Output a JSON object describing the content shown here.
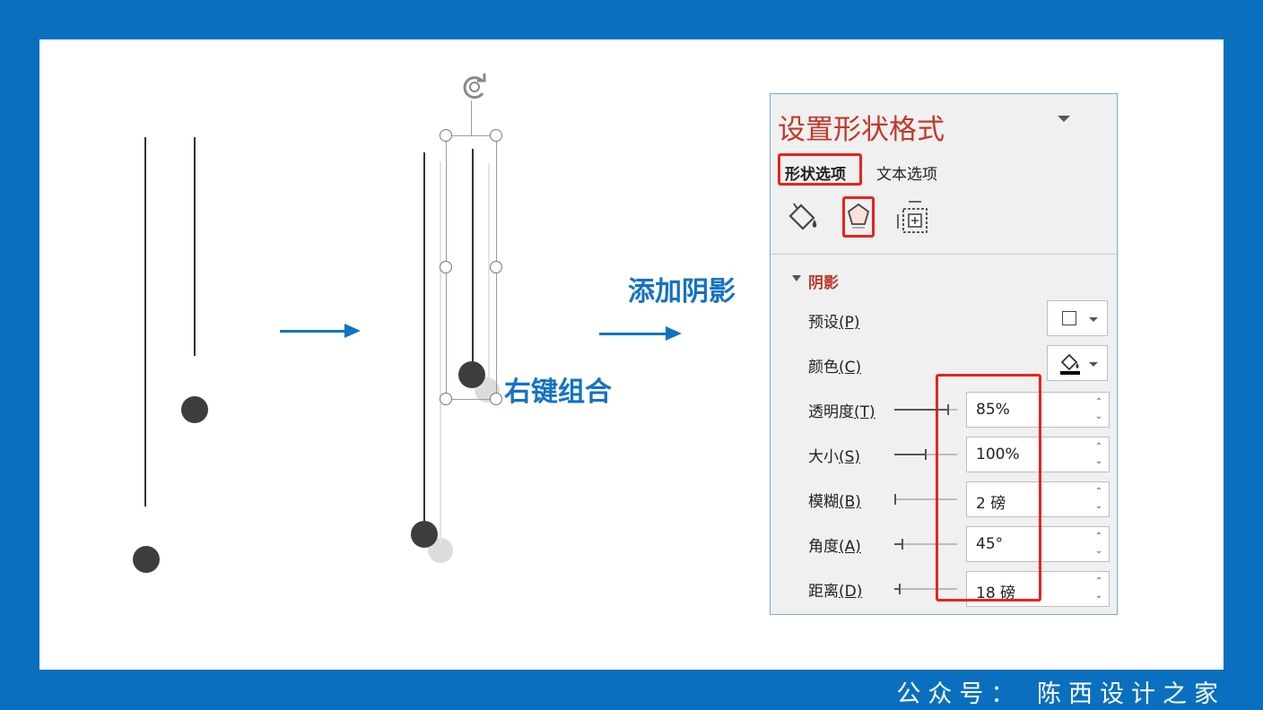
{
  "labels": {
    "add_shadow": "添加阴影",
    "right_click_group": "右键组合"
  },
  "panel": {
    "title": "设置形状格式",
    "tabs": [
      "形状选项",
      "文本选项"
    ],
    "section_title": "阴影",
    "rows": {
      "preset": {
        "label": "预设",
        "key": "(P)"
      },
      "color": {
        "label": "颜色",
        "key": "(C)"
      },
      "transparency": {
        "label": "透明度",
        "key": "(T)",
        "value": "85%",
        "level": 0.85
      },
      "size": {
        "label": "大小",
        "key": "(S)",
        "value": "100%",
        "level": 0.5
      },
      "blur": {
        "label": "模糊",
        "key": "(B)",
        "value": "2 磅",
        "level": 0.02
      },
      "angle": {
        "label": "角度",
        "key": "(A)",
        "value": "45°",
        "level": 0.125
      },
      "distance": {
        "label": "距离",
        "key": "(D)",
        "value": "18 磅",
        "level": 0.09
      }
    }
  },
  "icons": {
    "fill": "paint-bucket-icon",
    "effects": "pentagon-icon",
    "layout": "size-position-icon",
    "rotate": "rotate-handle-icon"
  },
  "footer": "公众号： 陈西设计之家",
  "colors": {
    "frame": "#0a6fbf",
    "accent_blue": "#1472c4",
    "title_red": "#c0392b",
    "highlight_red": "#e8231f"
  }
}
